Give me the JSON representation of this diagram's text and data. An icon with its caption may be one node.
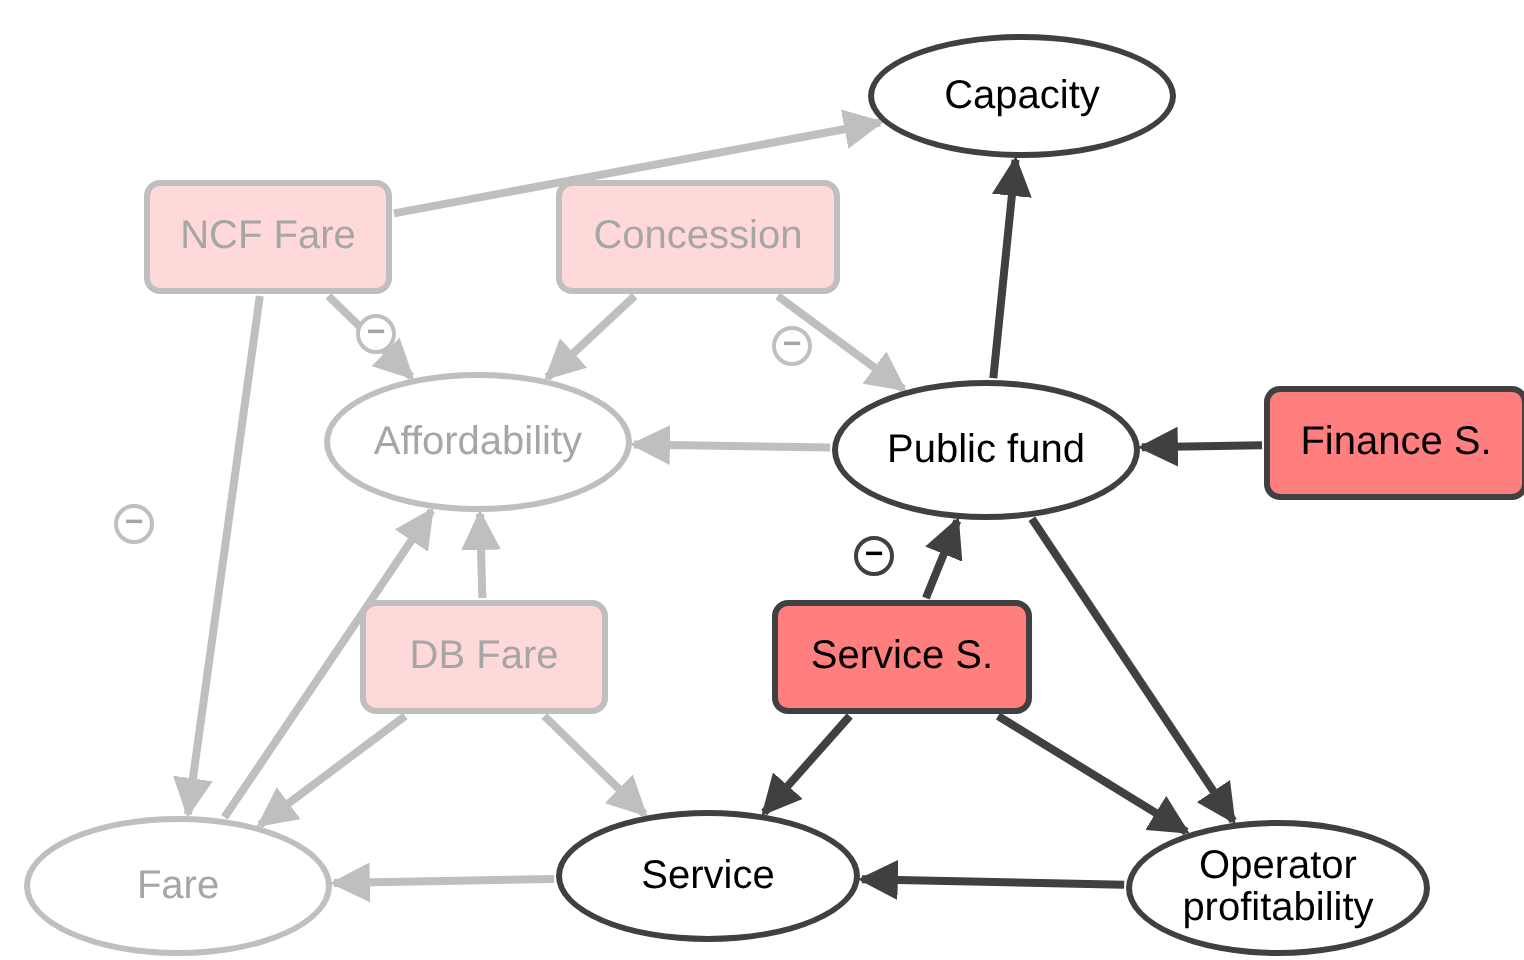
{
  "diagram": {
    "nodes": [
      {
        "text": [
          "Capacity"
        ]
      },
      {
        "text": [
          "NCF Fare"
        ]
      },
      {
        "text": [
          "Concession"
        ]
      },
      {
        "text": [
          "Affordability"
        ]
      },
      {
        "text": [
          "Public fund"
        ]
      },
      {
        "text": [
          "Finance S."
        ]
      },
      {
        "text": [
          "DB Fare"
        ]
      },
      {
        "text": [
          "Service S."
        ]
      },
      {
        "text": [
          "Fare"
        ]
      },
      {
        "text": [
          "Service"
        ]
      },
      {
        "text": [
          "Operator profitability"
        ]
      }
    ],
    "edges": [
      {
        "from": 1,
        "to": 0,
        "arrow": "to"
      },
      {
        "from": 1,
        "to": 3,
        "arrow": "to",
        "label": "−"
      },
      {
        "from": 1,
        "to": 8,
        "arrow": "to",
        "label": "−"
      },
      {
        "from": 2,
        "to": 3,
        "arrow": "to"
      },
      {
        "from": 2,
        "to": 4,
        "arrow": "to",
        "label": "−"
      },
      {
        "from": 4,
        "to": 3,
        "arrow": "to"
      },
      {
        "from": 4,
        "to": 0,
        "arrow": "to",
        "color": "#404040"
      },
      {
        "from": 5,
        "to": 4,
        "arrow": "to",
        "color": "#404040"
      },
      {
        "from": 4,
        "to": 10,
        "arrow": "to",
        "color": "#404040"
      },
      {
        "from": 7,
        "to": 4,
        "arrow": "to",
        "label": "−",
        "color": "#404040"
      },
      {
        "from": 7,
        "to": 9,
        "arrow": "to",
        "color": "#404040"
      },
      {
        "from": 7,
        "to": 10,
        "arrow": "to",
        "color": "#404040"
      },
      {
        "from": 10,
        "to": 9,
        "arrow": "to",
        "color": "#404040"
      },
      {
        "from": 9,
        "to": 8,
        "arrow": "to"
      },
      {
        "from": 6,
        "to": 3,
        "arrow": "to"
      },
      {
        "from": 6,
        "to": 8,
        "arrow": "to"
      },
      {
        "from": 6,
        "to": 9,
        "arrow": "to"
      },
      {
        "from": 8,
        "to": 3,
        "arrow": "to"
      }
    ]
  }
}
